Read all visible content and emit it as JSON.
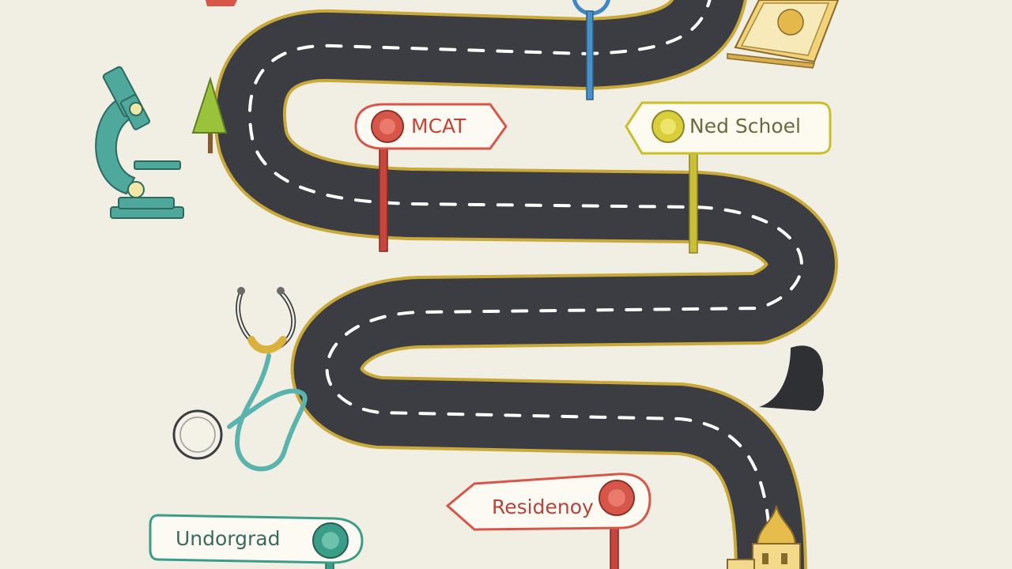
{
  "signs": {
    "mcat": {
      "label": "MCAT",
      "color": "#d6574a"
    },
    "med_school": {
      "label": "Ned Schoel",
      "color": "#c8bf2a"
    },
    "residency": {
      "label": "Residenoy",
      "color": "#d6574a"
    },
    "undergrad": {
      "label": "Undorgrad",
      "color": "#3a9d87"
    }
  },
  "colors": {
    "background": "#f1efe4",
    "road": "#3b3d42",
    "road_edge": "#c9a93a",
    "lane_marking": "#ffffff"
  },
  "icons": [
    "microscope-icon",
    "tree-icon",
    "stethoscope-icon",
    "book-icon",
    "building-icon",
    "magnifier-icon"
  ]
}
